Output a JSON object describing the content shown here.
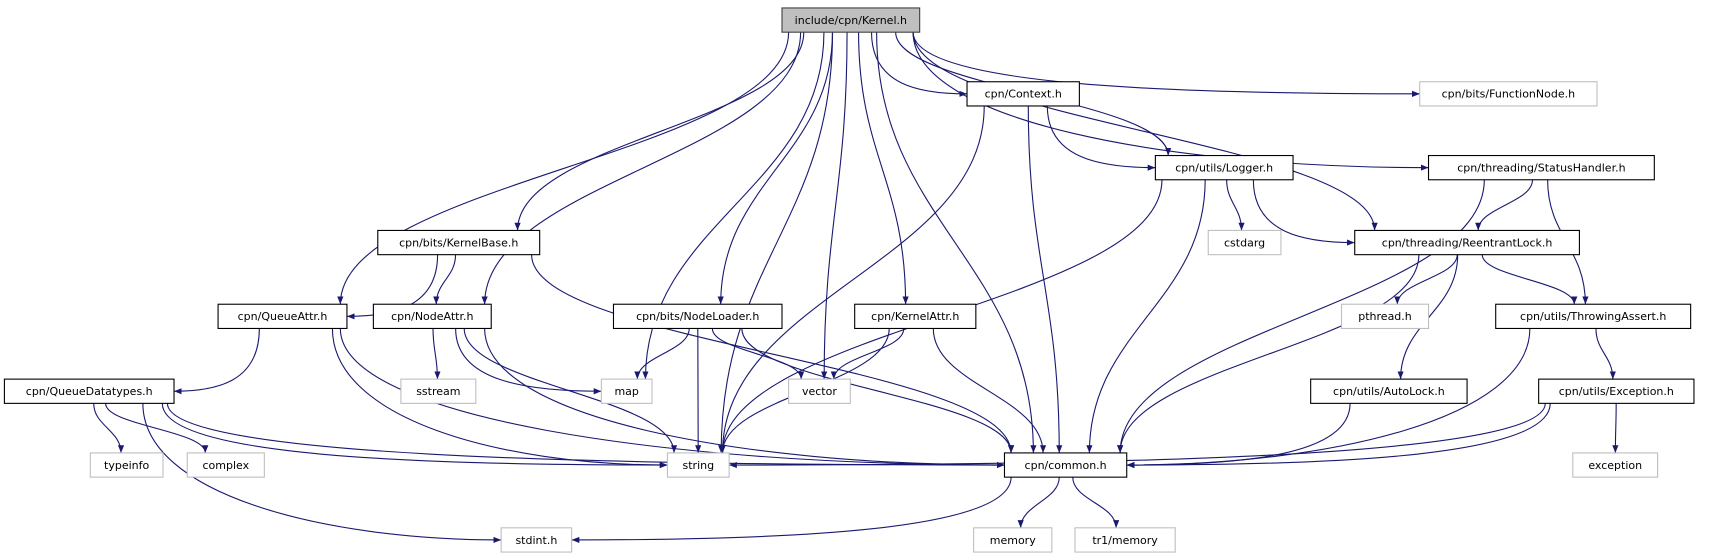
{
  "colors": {
    "edge": "#191970",
    "root_fill": "#bfbfbf",
    "documented_border": "#000000",
    "external_border": "#bfbfbf",
    "root_border": "#404040"
  },
  "nodes": [
    {
      "id": "kernel",
      "label": "include/cpn/Kernel.h",
      "kind": "root"
    },
    {
      "id": "context",
      "label": "cpn/Context.h",
      "kind": "documented"
    },
    {
      "id": "functionnode",
      "label": "cpn/bits/FunctionNode.h",
      "kind": "external"
    },
    {
      "id": "logger",
      "label": "cpn/utils/Logger.h",
      "kind": "documented"
    },
    {
      "id": "statushandler",
      "label": "cpn/threading/StatusHandler.h",
      "kind": "documented"
    },
    {
      "id": "kernelbase",
      "label": "cpn/bits/KernelBase.h",
      "kind": "documented"
    },
    {
      "id": "reentrantlock",
      "label": "cpn/threading/ReentrantLock.h",
      "kind": "documented"
    },
    {
      "id": "cstdarg",
      "label": "cstdarg",
      "kind": "external"
    },
    {
      "id": "queueattr",
      "label": "cpn/QueueAttr.h",
      "kind": "documented"
    },
    {
      "id": "nodeattr",
      "label": "cpn/NodeAttr.h",
      "kind": "documented"
    },
    {
      "id": "nodeloader",
      "label": "cpn/bits/NodeLoader.h",
      "kind": "documented"
    },
    {
      "id": "kernelattr",
      "label": "cpn/KernelAttr.h",
      "kind": "documented"
    },
    {
      "id": "pthread",
      "label": "pthread.h",
      "kind": "external"
    },
    {
      "id": "throwingassert",
      "label": "cpn/utils/ThrowingAssert.h",
      "kind": "documented"
    },
    {
      "id": "queuedatatypes",
      "label": "cpn/QueueDatatypes.h",
      "kind": "documented"
    },
    {
      "id": "sstream",
      "label": "sstream",
      "kind": "external"
    },
    {
      "id": "map",
      "label": "map",
      "kind": "external"
    },
    {
      "id": "vector",
      "label": "vector",
      "kind": "external"
    },
    {
      "id": "autolock",
      "label": "cpn/utils/AutoLock.h",
      "kind": "documented"
    },
    {
      "id": "exception_h",
      "label": "cpn/utils/Exception.h",
      "kind": "documented"
    },
    {
      "id": "typeinfo",
      "label": "typeinfo",
      "kind": "external"
    },
    {
      "id": "complex",
      "label": "complex",
      "kind": "external"
    },
    {
      "id": "string",
      "label": "string",
      "kind": "external"
    },
    {
      "id": "common",
      "label": "cpn/common.h",
      "kind": "documented"
    },
    {
      "id": "exception",
      "label": "exception",
      "kind": "external"
    },
    {
      "id": "stdint",
      "label": "stdint.h",
      "kind": "external"
    },
    {
      "id": "memory",
      "label": "memory",
      "kind": "external"
    },
    {
      "id": "tr1memory",
      "label": "tr1/memory",
      "kind": "external"
    }
  ],
  "edges": [
    [
      "kernel",
      "context"
    ],
    [
      "kernel",
      "functionnode"
    ],
    [
      "kernel",
      "logger"
    ],
    [
      "kernel",
      "statushandler"
    ],
    [
      "kernel",
      "reentrantlock"
    ],
    [
      "kernel",
      "kernelbase"
    ],
    [
      "kernel",
      "queueattr"
    ],
    [
      "kernel",
      "nodeattr"
    ],
    [
      "kernel",
      "nodeloader"
    ],
    [
      "kernel",
      "kernelattr"
    ],
    [
      "kernel",
      "map"
    ],
    [
      "kernel",
      "vector"
    ],
    [
      "kernel",
      "string"
    ],
    [
      "kernel",
      "common"
    ],
    [
      "context",
      "logger"
    ],
    [
      "context",
      "string"
    ],
    [
      "context",
      "common"
    ],
    [
      "logger",
      "cstdarg"
    ],
    [
      "logger",
      "reentrantlock"
    ],
    [
      "logger",
      "string"
    ],
    [
      "logger",
      "common"
    ],
    [
      "statushandler",
      "reentrantlock"
    ],
    [
      "statushandler",
      "throwingassert"
    ],
    [
      "statushandler",
      "common"
    ],
    [
      "reentrantlock",
      "pthread"
    ],
    [
      "reentrantlock",
      "autolock"
    ],
    [
      "reentrantlock",
      "throwingassert"
    ],
    [
      "reentrantlock",
      "common"
    ],
    [
      "kernelbase",
      "queueattr"
    ],
    [
      "kernelbase",
      "nodeattr"
    ],
    [
      "kernelbase",
      "common"
    ],
    [
      "queueattr",
      "queuedatatypes"
    ],
    [
      "queueattr",
      "string"
    ],
    [
      "queueattr",
      "common"
    ],
    [
      "nodeattr",
      "sstream"
    ],
    [
      "nodeattr",
      "map"
    ],
    [
      "nodeattr",
      "string"
    ],
    [
      "nodeattr",
      "common"
    ],
    [
      "nodeloader",
      "map"
    ],
    [
      "nodeloader",
      "vector"
    ],
    [
      "nodeloader",
      "string"
    ],
    [
      "nodeloader",
      "common"
    ],
    [
      "kernelattr",
      "vector"
    ],
    [
      "kernelattr",
      "string"
    ],
    [
      "kernelattr",
      "common"
    ],
    [
      "throwingassert",
      "exception_h"
    ],
    [
      "throwingassert",
      "common"
    ],
    [
      "exception_h",
      "exception"
    ],
    [
      "exception_h",
      "string"
    ],
    [
      "exception_h",
      "common"
    ],
    [
      "autolock",
      "common"
    ],
    [
      "queuedatatypes",
      "typeinfo"
    ],
    [
      "queuedatatypes",
      "complex"
    ],
    [
      "queuedatatypes",
      "string"
    ],
    [
      "queuedatatypes",
      "common"
    ],
    [
      "queuedatatypes",
      "stdint"
    ],
    [
      "common",
      "stdint"
    ],
    [
      "common",
      "memory"
    ],
    [
      "common",
      "tr1memory"
    ]
  ]
}
